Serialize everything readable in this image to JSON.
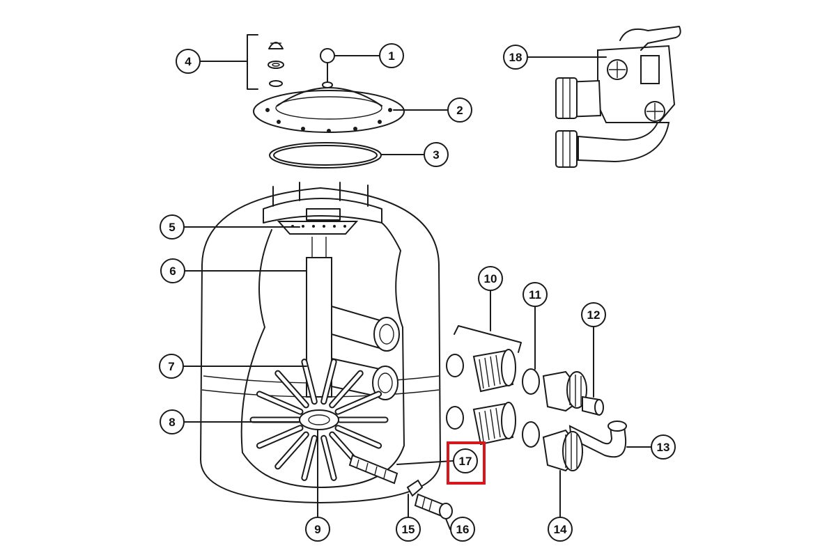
{
  "callouts": [
    {
      "id": "1",
      "label": "1"
    },
    {
      "id": "2",
      "label": "2"
    },
    {
      "id": "3",
      "label": "3"
    },
    {
      "id": "4",
      "label": "4"
    },
    {
      "id": "5",
      "label": "5"
    },
    {
      "id": "6",
      "label": "6"
    },
    {
      "id": "7",
      "label": "7"
    },
    {
      "id": "8",
      "label": "8"
    },
    {
      "id": "9",
      "label": "9"
    },
    {
      "id": "10",
      "label": "10"
    },
    {
      "id": "11",
      "label": "11"
    },
    {
      "id": "12",
      "label": "12"
    },
    {
      "id": "13",
      "label": "13"
    },
    {
      "id": "14",
      "label": "14"
    },
    {
      "id": "15",
      "label": "15"
    },
    {
      "id": "16",
      "label": "16"
    },
    {
      "id": "17",
      "label": "17"
    },
    {
      "id": "18",
      "label": "18"
    }
  ],
  "highlight": {
    "target": "17",
    "color": "#d9161c"
  }
}
